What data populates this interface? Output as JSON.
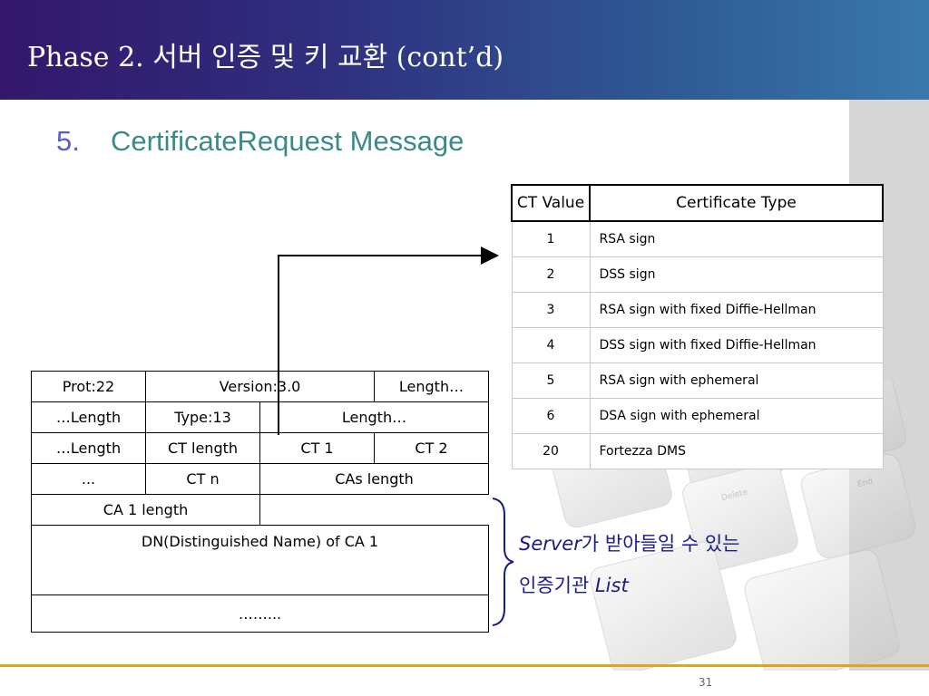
{
  "slide": {
    "title": "Phase 2. 서버 인증 및 키 교환 (cont’d)",
    "subtitle_number": "5.",
    "subtitle_text": "CertificateRequest Message",
    "page_number": "31"
  },
  "ct_table": {
    "headers": [
      "CT Value",
      "Certificate Type"
    ],
    "rows": [
      [
        "1",
        "RSA sign"
      ],
      [
        "2",
        "DSS sign"
      ],
      [
        "3",
        "RSA sign with fixed Diffie-Hellman"
      ],
      [
        "4",
        "DSS sign with fixed Diffie-Hellman"
      ],
      [
        "5",
        "RSA sign with ephemeral"
      ],
      [
        "6",
        "DSA sign with ephemeral"
      ],
      [
        "20",
        "Fortezza DMS"
      ]
    ]
  },
  "message": {
    "r1": [
      "Prot:22",
      "Version:3.0",
      "Length…"
    ],
    "r2": [
      "…Length",
      "Type:13",
      "Length…"
    ],
    "r3": [
      "…Length",
      "CT length",
      "CT 1",
      "CT 2"
    ],
    "r4": [
      "...",
      "CT n",
      "CAs  length"
    ],
    "r5": [
      "CA 1 length"
    ],
    "r6": [
      "DN(Distinguished Name) of CA 1"
    ],
    "r7": [
      "……..."
    ]
  },
  "note": {
    "line1_em": "Server",
    "line1_rest": "가 받아들일 수 있는",
    "line2_rest": "인증기관 ",
    "line2_em": "List"
  },
  "colors": {
    "header_gradient_start": "#33176b",
    "header_gradient_end": "#3a78ab",
    "subtitle_number": "#5a5ad6",
    "subtitle_text": "#3b8a8a",
    "note_text": "#1a1a8c",
    "footer_line": "#e8a21a"
  }
}
